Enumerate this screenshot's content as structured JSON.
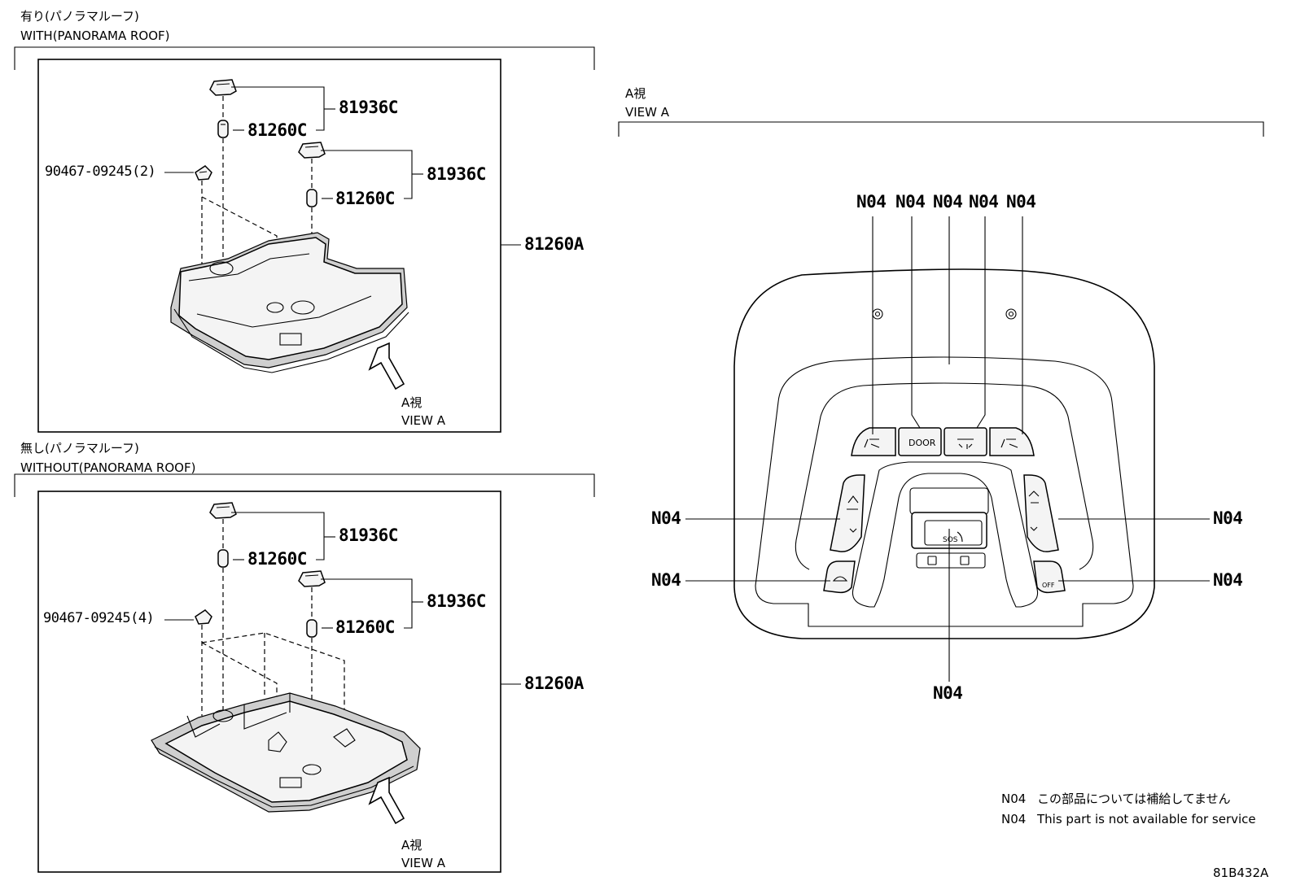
{
  "with_section": {
    "title_jp": "有り(パノラマルーフ)",
    "title_en": "WITH(PANORAMA ROOF)",
    "labels": {
      "clip": "90467-09245(2)",
      "lens_1": "81936C",
      "bulb_1": "81260C",
      "lens_2": "81936C",
      "bulb_2": "81260C",
      "assembly": "81260A"
    },
    "view_jp": "A視",
    "view_en": "VIEW A"
  },
  "without_section": {
    "title_jp": "無し(パノラマルーフ)",
    "title_en": "WITHOUT(PANORAMA ROOF)",
    "labels": {
      "clip": "90467-09245(4)",
      "lens_1": "81936C",
      "bulb_1": "81260C",
      "lens_2": "81936C",
      "bulb_2": "81260C",
      "assembly": "81260A"
    },
    "view_jp": "A視",
    "view_en": "VIEW A"
  },
  "view_a": {
    "title_jp": "A視",
    "title_en": "VIEW A",
    "top_callouts": [
      "N04",
      "N04",
      "N04",
      "N04",
      "N04"
    ],
    "left_callouts": [
      "N04",
      "N04"
    ],
    "right_callouts": [
      "N04",
      "N04"
    ],
    "bottom_callout": "N04",
    "button_labels": {
      "door": "DOOR",
      "sos": "SOS",
      "off": "OFF"
    }
  },
  "legend": {
    "code": "N04",
    "jp": "この部品については補給してません",
    "en": "This part is not available for service"
  },
  "diagram_id": "81B432A"
}
